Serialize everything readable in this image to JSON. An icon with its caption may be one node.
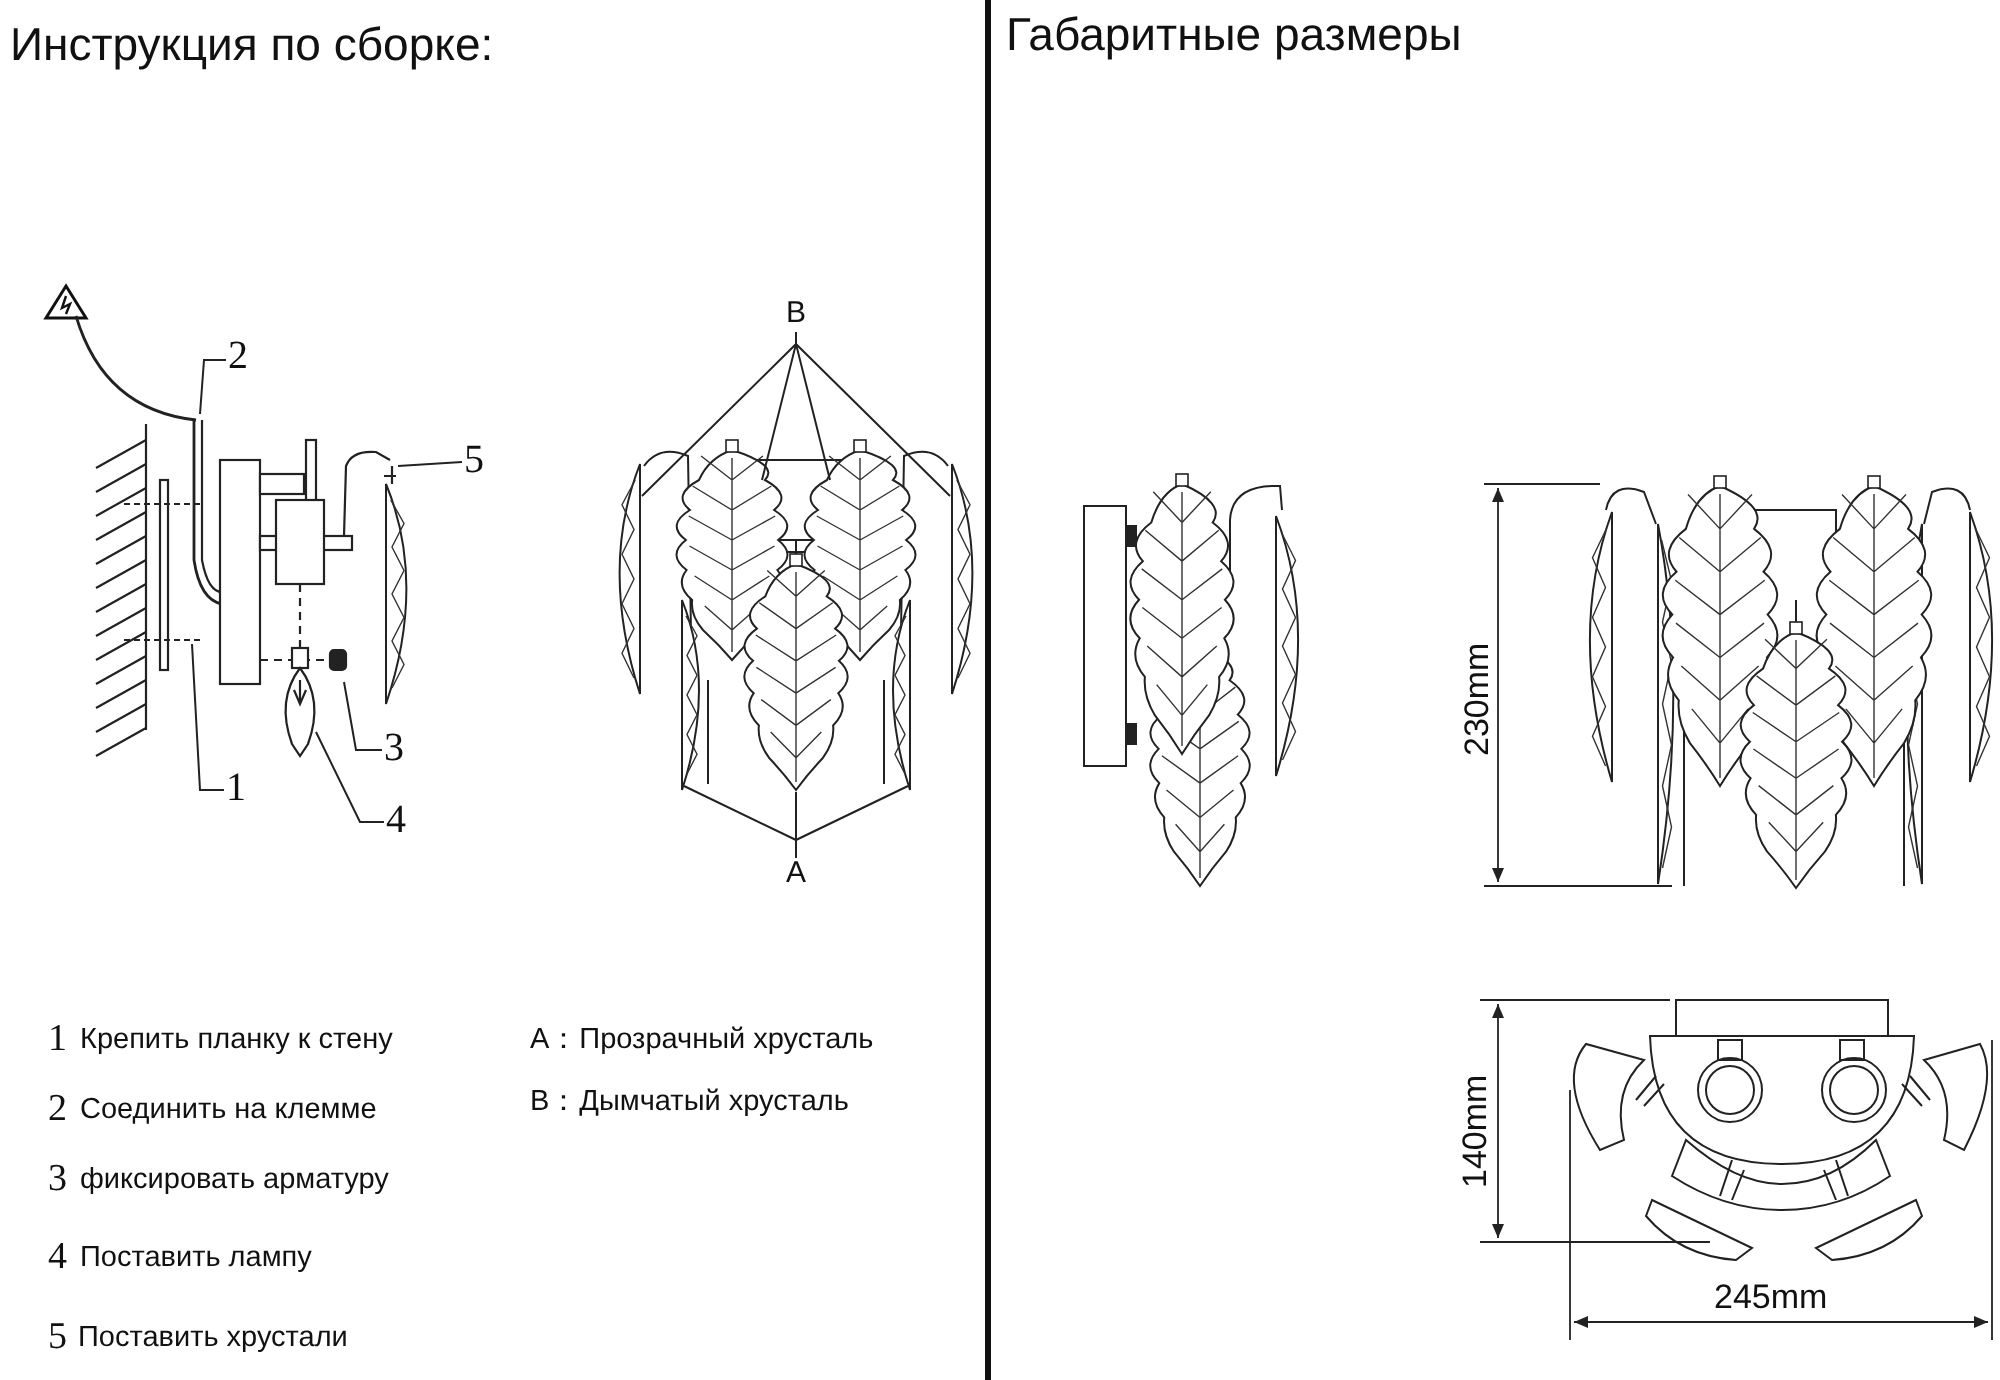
{
  "diagram": {
    "nodes": [
      {
        "text": [
          "1"
        ]
      },
      {
        "text": [
          "2"
        ]
      },
      {
        "text": [
          "3"
        ]
      },
      {
        "text": [
          "4"
        ]
      },
      {
        "text": [
          "5"
        ]
      },
      {
        "text": [
          "B"
        ]
      },
      {
        "text": [
          "A"
        ]
      },
      {
        "text": [],
        "shape": "picture"
      },
      {
        "text": [],
        "shape": "picture"
      },
      {
        "text": [],
        "shape": "picture"
      },
      {
        "text": [],
        "shape": "picture"
      },
      {
        "text": [],
        "shape": "picture"
      },
      {
        "text": [],
        "shape": "picture"
      },
      {
        "text": [],
        "shape": "picture"
      }
    ],
    "edges": [
      {
        "from": 0,
        "to": null,
        "arrow": "none"
      },
      {
        "from": 1,
        "to": null,
        "arrow": "none"
      },
      {
        "from": 2,
        "to": null,
        "arrow": "none"
      },
      {
        "from": 3,
        "to": null,
        "arrow": "none"
      },
      {
        "from": 4,
        "to": null,
        "arrow": "none"
      },
      {
        "from": 5,
        "to": 7,
        "arrow": "none"
      },
      {
        "from": 5,
        "to": 8,
        "arrow": "none"
      },
      {
        "from": 5,
        "to": 9,
        "arrow": "none"
      },
      {
        "from": 5,
        "to": 10,
        "arrow": "none"
      },
      {
        "from": 6,
        "to": 11,
        "arrow": "none"
      },
      {
        "from": 6,
        "to": 12,
        "arrow": "none"
      },
      {
        "from": 6,
        "to": 13,
        "arrow": "none"
      }
    ],
    "labels": [
      "Инструкция по сборке:",
      "Габаритные размеры",
      "1",
      "Крепить планку к стену",
      "2",
      "Соединить на клемме",
      "3",
      "фиксировать арматуру",
      "4",
      "Поставить лампу",
      "5",
      "Поставить хрустали",
      "A：Прозрачный хрусталь",
      "B：Дымчатый хрусталь",
      "230mm",
      "140mm",
      "245mm"
    ]
  }
}
